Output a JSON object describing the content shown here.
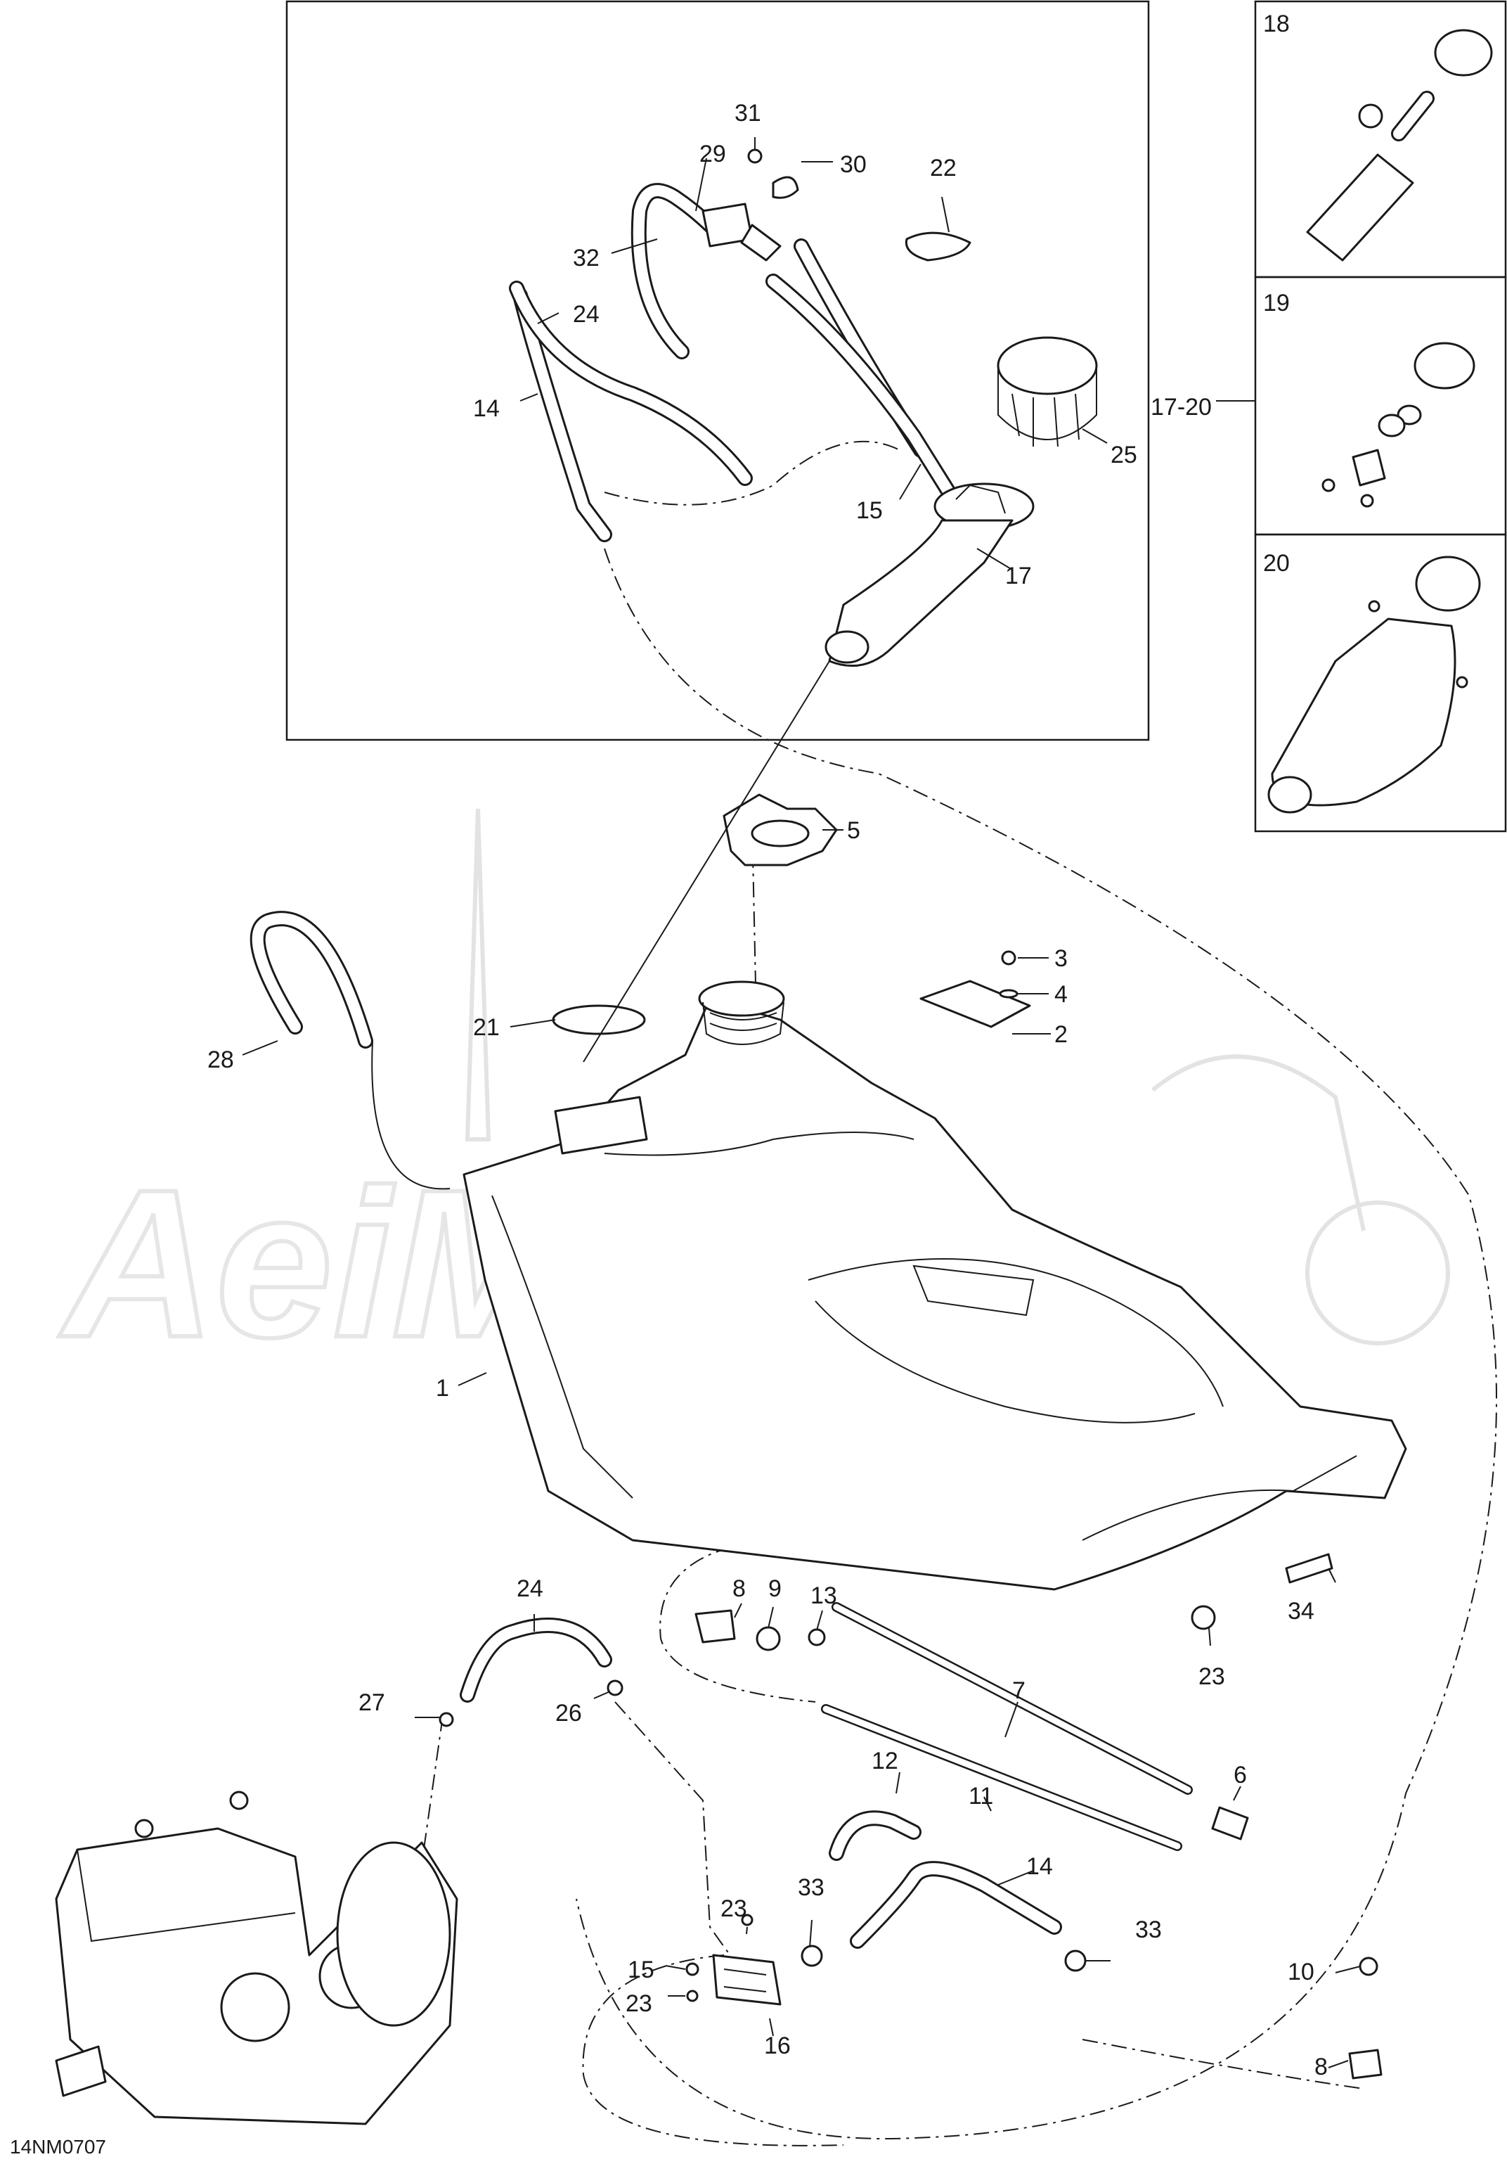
{
  "drawing_code": "14NM0707",
  "watermark": "AeiMoto",
  "inset_labels": {
    "main": "17-20",
    "panel_18": "18",
    "panel_19": "19",
    "panel_20": "20"
  },
  "callouts": {
    "c1": "1",
    "c2": "2",
    "c3": "3",
    "c4": "4",
    "c5": "5",
    "c6": "6",
    "c7": "7",
    "c8a": "8",
    "c8b": "8",
    "c9": "9",
    "c10": "10",
    "c11": "11",
    "c12": "12",
    "c13": "13",
    "c14a": "14",
    "c14b": "14",
    "c15a": "15",
    "c15b": "15",
    "c16": "16",
    "c17": "17",
    "c21": "21",
    "c22": "22",
    "c23a": "23",
    "c23b": "23",
    "c23c": "23",
    "c24a": "24",
    "c24b": "24",
    "c25": "25",
    "c26": "26",
    "c27": "27",
    "c28": "28",
    "c29": "29",
    "c30": "30",
    "c31": "31",
    "c32": "32",
    "c33a": "33",
    "c33b": "33",
    "c34": "34"
  }
}
